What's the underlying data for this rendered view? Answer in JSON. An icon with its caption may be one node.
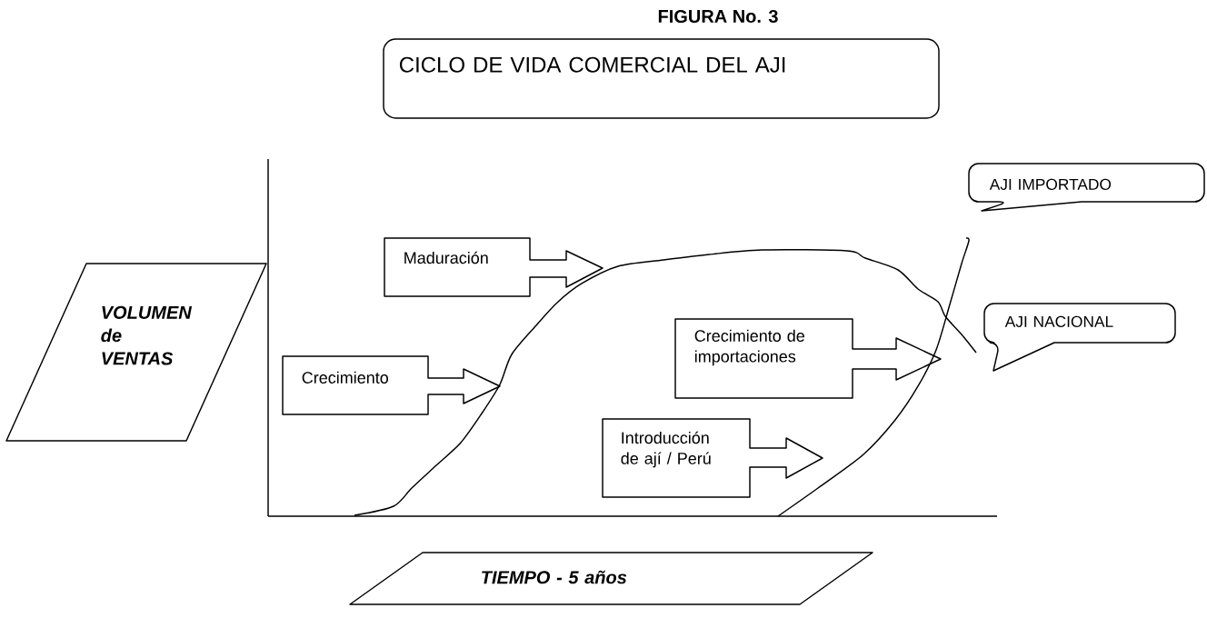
{
  "diagram": {
    "title": "FIGURA No. 3",
    "nodes": [
      {
        "text": [
          "CICLO DE VIDA COMERCIAL DEL AJI"
        ]
      },
      {
        "text": [
          "AJI IMPORTADO"
        ]
      },
      {
        "text": [
          "Maduración"
        ]
      },
      {
        "text": [
          "VOLUMEN de VENTAS"
        ]
      },
      {
        "text": [
          "AJI NACIONAL"
        ]
      },
      {
        "text": [
          "Crecimiento de importaciones"
        ]
      },
      {
        "text": [
          "Crecimiento"
        ]
      },
      {
        "text": [
          "Introducción de ají / Perú"
        ]
      },
      {
        "text": [
          "TIEMPO  - 5 años"
        ]
      }
    ]
  }
}
